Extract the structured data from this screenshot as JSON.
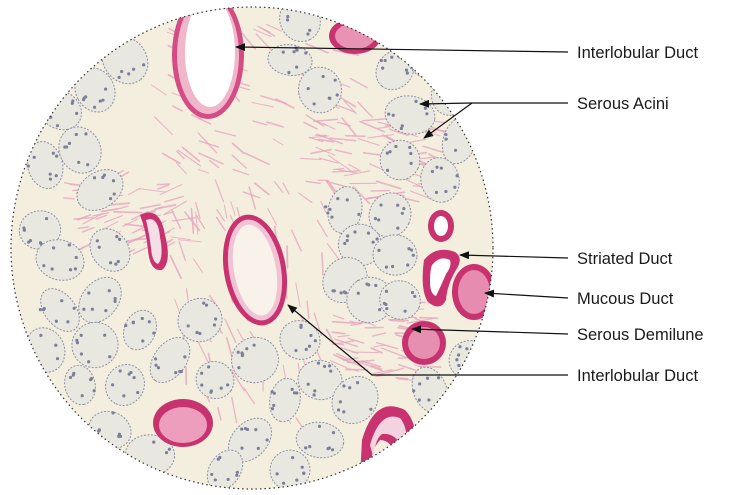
{
  "figure": {
    "labels": [
      {
        "id": "interlobular-duct-top",
        "text": "Interlobular Duct"
      },
      {
        "id": "serous-acini",
        "text": "Serous Acini"
      },
      {
        "id": "striated-duct",
        "text": "Striated Duct"
      },
      {
        "id": "mucous-duct",
        "text": "Mucous Duct"
      },
      {
        "id": "serous-demilune",
        "text": "Serous Demilune"
      },
      {
        "id": "interlobular-duct-bottom",
        "text": "Interlobular Duct"
      }
    ],
    "colors": {
      "tissue_background": "#f4eedf",
      "stroma": "#e6a3bd",
      "acinus_fill": "#e9e8e0",
      "acinus_outline": "#8c8fa2",
      "nucleus": "#7c7f98",
      "duct_epithelium": "#c8326e",
      "lumen": "#ffffff",
      "leader_line": "#111111",
      "label_text": "#1a1a1a",
      "circle_border": "#333333"
    }
  }
}
